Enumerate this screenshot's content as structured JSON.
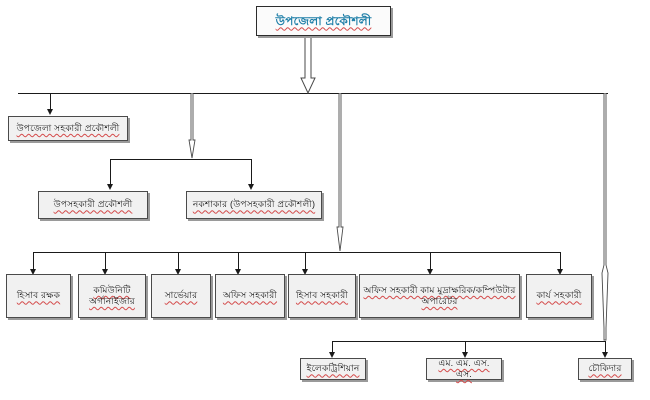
{
  "chart": {
    "title": "Upazila Engineer Office Organogram",
    "language": "bn",
    "root": {
      "id": "upazila-engineer",
      "label": "উপজেলা প্রকৌশলী"
    },
    "level2": [
      {
        "id": "upazila-assistant-engineer",
        "label": "উপজেলা সহকারী প্রকৌশলী"
      }
    ],
    "level3": [
      {
        "id": "sub-assistant-engineer",
        "label": "উপসহকারী প্রকৌশলী"
      },
      {
        "id": "draftsman",
        "label": "নকশাকার  (উপসহকারী প্রকৌশলী)"
      }
    ],
    "staff_row": [
      {
        "id": "accountant",
        "label": "হিসাব রক্ষক"
      },
      {
        "id": "community-organizer",
        "label": "কমিউনিটি\nঅর্গানাইজার"
      },
      {
        "id": "surveyor",
        "label": "সার্ভেয়ার"
      },
      {
        "id": "office-assistant",
        "label": "অফিস সহকারী"
      },
      {
        "id": "accounts-assistant",
        "label": "হিসাব সহকারী"
      },
      {
        "id": "office-assistant-cum-computer-operator",
        "label": "অফিস সহকারী কাম মুদ্রাক্ষরিক/কম্পিউটার অপারেটর"
      },
      {
        "id": "work-assistant",
        "label": "কার্য সহকারী"
      }
    ],
    "bottom_row": [
      {
        "id": "electrician",
        "label": "ইলেকট্রিশিয়ান"
      },
      {
        "id": "mlss",
        "label": "এম. এম. এস. এস."
      },
      {
        "id": "chowkidar",
        "label": "চৌকিদার"
      }
    ],
    "colors": {
      "root_text": "#1f7fa8",
      "box_fill": "#f1f1f1",
      "box_border": "#4a4a4a",
      "box_shadow": "#9a9a9a",
      "line": "#1a1a1a",
      "spellcheck_underline": "#d44a4a",
      "page_background": "#ffffff"
    }
  }
}
